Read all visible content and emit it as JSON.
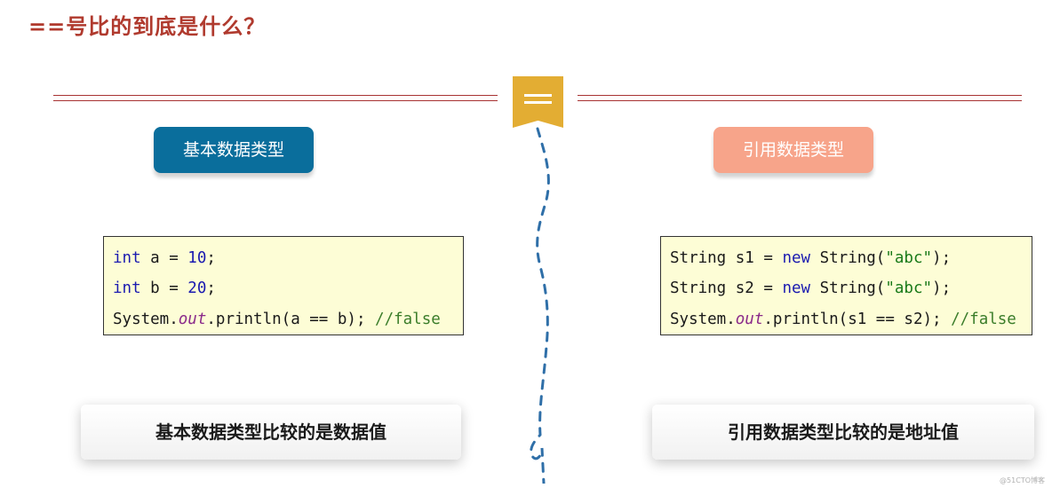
{
  "title": "==号比的到底是什么？",
  "left": {
    "pill_label": "基本数据类型",
    "code": {
      "line1": {
        "kw": "int",
        "rest": " a = ",
        "num": "10",
        "end": ";"
      },
      "line2": {
        "kw": "int",
        "rest": " b = ",
        "num": "20",
        "end": ";"
      },
      "line3": {
        "pre": "System.",
        "it": "out",
        "mid": ".println(a == b); ",
        "comment": "//false"
      }
    },
    "summary": "基本数据类型比较的是数据值"
  },
  "right": {
    "pill_label": "引用数据类型",
    "code": {
      "line1": {
        "pre": "String s1 = ",
        "kw": "new",
        "mid": " String(",
        "str": "\"abc\"",
        "end": ");"
      },
      "line2": {
        "pre": "String s2 = ",
        "kw": "new",
        "mid": " String(",
        "str": "\"abc\"",
        "end": ");"
      },
      "line3": {
        "pre": "System.",
        "it": "out",
        "mid": ".println(s1 == s2); ",
        "comment": "//false"
      }
    },
    "summary": "引用数据类型比较的是地址值"
  },
  "watermark": "@51CTO博客",
  "colors": {
    "title": "#b03a2e",
    "rule": "#a83232",
    "bookmark": "#e3ad33",
    "basic_pill": "#0a6e9c",
    "ref_pill": "#f7a48a",
    "code_bg": "#fdfdd6",
    "divider": "#2f6fa8"
  },
  "icons": {
    "bookmark": "bookmark-icon"
  }
}
